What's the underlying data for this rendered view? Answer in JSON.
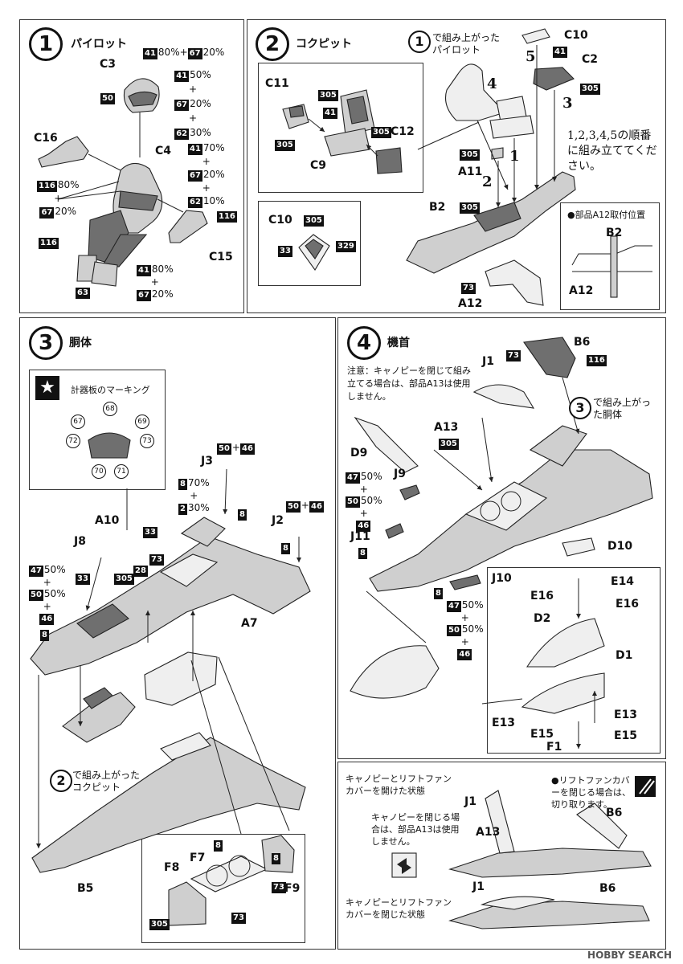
{
  "step1": {
    "num": "1",
    "title": "パイロット",
    "c3": "C3",
    "c3_mix": [
      "41",
      "80%",
      "+",
      "67",
      "20%"
    ],
    "c3_code": "50",
    "c3_mix2": [
      "50%",
      "+",
      "67",
      "20%",
      "+",
      "62",
      "30%"
    ],
    "c3_mix2_code": "41",
    "c16": "C16",
    "c16_mix": [
      "116",
      "80%",
      "+",
      "67",
      "20%"
    ],
    "c4": "C4",
    "c4_mix": [
      "41",
      "70%",
      "+",
      "67",
      "20%",
      "+",
      "62",
      "10%"
    ],
    "c15": "C15",
    "c15_code": "116",
    "leg_left_code": "116",
    "boot_code": "63",
    "c15_mix": [
      "41",
      "80%",
      "+",
      "67",
      "20%"
    ]
  },
  "step2": {
    "num": "2",
    "title": "コクピット",
    "c11": "C11",
    "c11_code": "305",
    "c9": "C9",
    "c9_codes": [
      "305",
      "41"
    ],
    "c12": "C12",
    "c12_code": "305",
    "pilot_ref_num": "1",
    "pilot_ref": "で組み上がったパイロット",
    "c10": "C10",
    "c2": "C2",
    "c2_codes": [
      "41",
      "305"
    ],
    "a11": "A11",
    "a11_code": "305",
    "b2": "B2",
    "b2_code": "305",
    "a12": "A12",
    "a12_code": "73",
    "order_nums": [
      "1",
      "2",
      "3",
      "4",
      "5"
    ],
    "order_note": "1,2,3,4,5の順番に組み立ててください。",
    "c10_detail": "C10",
    "c10_detail_codes": [
      "305",
      "33",
      "329"
    ],
    "a12_pos_title": "●部品A12取付位置",
    "a12_pos_b2": "B2",
    "a12_pos_a12": "A12"
  },
  "step3": {
    "num": "3",
    "title": "胴体",
    "marking_title": "計器板のマーキング",
    "marking_nums": [
      "67",
      "68",
      "69",
      "72",
      "73",
      "70",
      "71"
    ],
    "j3": "J3",
    "j3_mix": [
      "50",
      "+",
      "46"
    ],
    "mix_8_2": [
      "8",
      "70%",
      "+",
      "2",
      "30%"
    ],
    "a10": "A10",
    "a10_code": "33",
    "j8": "J8",
    "j2": "J2",
    "j2_mix": [
      "50",
      "+",
      "46"
    ],
    "code_8": "8",
    "code_73": "73",
    "code_33": "33",
    "code_305": "305",
    "code_28": "28",
    "mix_47_50_46": [
      "47",
      "50%",
      "+",
      "50",
      "50%",
      "+",
      "46"
    ],
    "a7": "A7",
    "cockpit_ref_num": "2",
    "cockpit_ref": "で組み上がったコクピット",
    "b5": "B5",
    "f8": "F8",
    "f7": "F7",
    "f9": "F9"
  },
  "step4": {
    "num": "4",
    "title": "機首",
    "note": "注意：キャノピーを閉じて組み立てる場合は、部品A13は使用しません。",
    "j1": "J1",
    "b6": "B6",
    "b6_codes": [
      "73",
      "116"
    ],
    "body_ref_num": "3",
    "body_ref": "で組み上がった胴体",
    "a13": "A13",
    "a13_code": "305",
    "d9": "D9",
    "j9": "J9",
    "j11": "J11",
    "j10": "J10",
    "d10": "D10",
    "mix_47_50_46": [
      "47",
      "50%",
      "+",
      "50",
      "50%",
      "+",
      "46"
    ],
    "e14": "E14",
    "e16": "E16",
    "d2": "D2",
    "d1": "D1",
    "e13": "E13",
    "e15": "E15",
    "f1": "F1",
    "open_label": "キャノピーとリフトファンカバーを開けた状態",
    "fan_note": "●リフトファンカバーを閉じる場合は、切り取ります。",
    "closing_note": "キャノピーを閉じる場合は、部品A13は使用しません。",
    "closed_label": "キャノピーとリフトファンカバーを閉じた状態"
  },
  "footer": "HOBBY SEARCH"
}
